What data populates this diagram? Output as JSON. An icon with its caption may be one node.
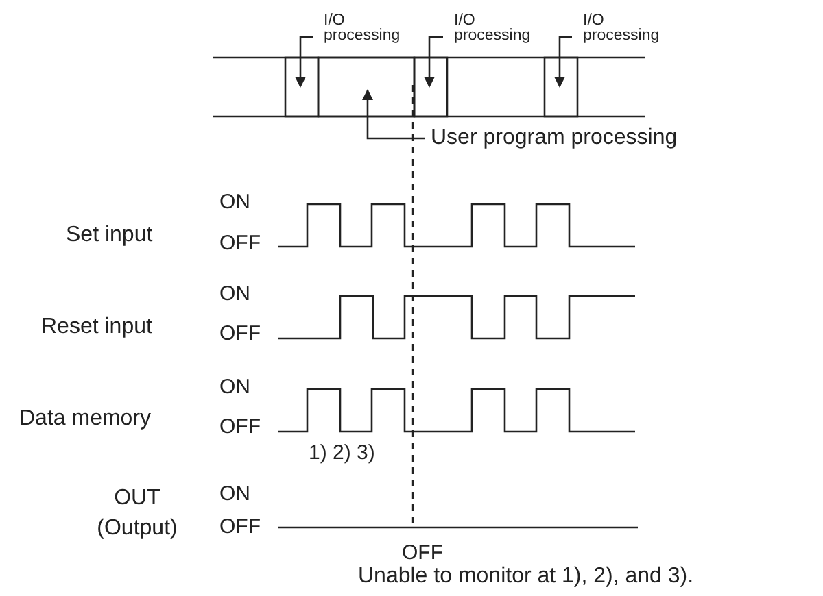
{
  "diagram": {
    "nodes": [
      {
        "text": [
          "I/O processing"
        ]
      },
      {
        "text": [
          "I/O processing"
        ]
      },
      {
        "text": [
          "I/O processing"
        ]
      },
      {
        "text": [],
        "shape": "box"
      },
      {
        "text": [],
        "shape": "box"
      },
      {
        "text": [],
        "shape": "box"
      },
      {
        "text": [],
        "shape": "box"
      },
      {
        "text": [
          "User program processing"
        ]
      }
    ],
    "edges": [
      {
        "from": 0,
        "to": 3,
        "arrow": "to"
      },
      {
        "from": 1,
        "to": 5,
        "arrow": "to"
      },
      {
        "from": 2,
        "to": 6,
        "arrow": "to"
      },
      {
        "from": 7,
        "to": 4,
        "arrow": "to"
      }
    ],
    "labels": [
      "Set input",
      "ON",
      "OFF",
      "Reset input",
      "ON",
      "OFF",
      "Data memory",
      "ON",
      "OFF",
      "1) 2) 3)",
      "OUT (Output)",
      "ON",
      "OFF",
      "OFF",
      "Unable to monitor at 1), 2), and 3)."
    ]
  }
}
